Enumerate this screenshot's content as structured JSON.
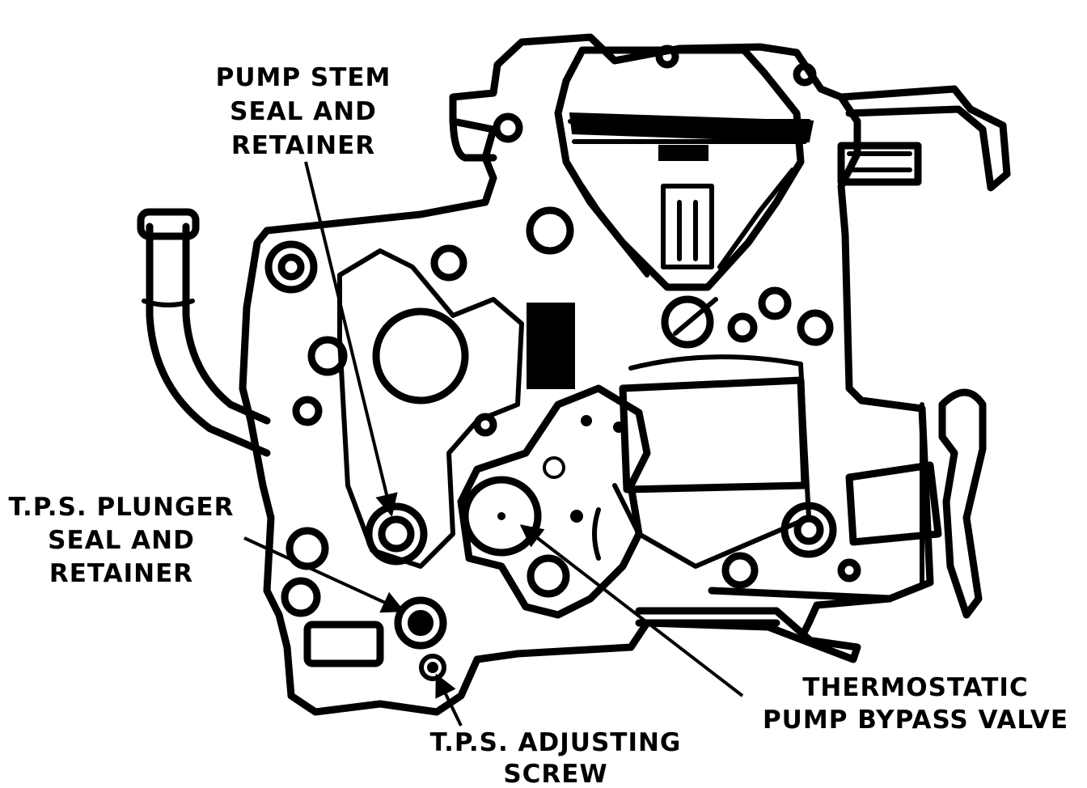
{
  "colors": {
    "ink": "#000000",
    "paper": "#ffffff"
  },
  "labels": {
    "pump_stem": [
      "PUMP STEM",
      "SEAL AND",
      "RETAINER"
    ],
    "tps_plunger": [
      "T.P.S. PLUNGER",
      "SEAL AND",
      "RETAINER"
    ],
    "tps_screw": [
      "T.P.S. ADJUSTING",
      "SCREW"
    ],
    "bypass_valve": [
      "THERMOSTATIC",
      "PUMP BYPASS VALVE"
    ]
  }
}
